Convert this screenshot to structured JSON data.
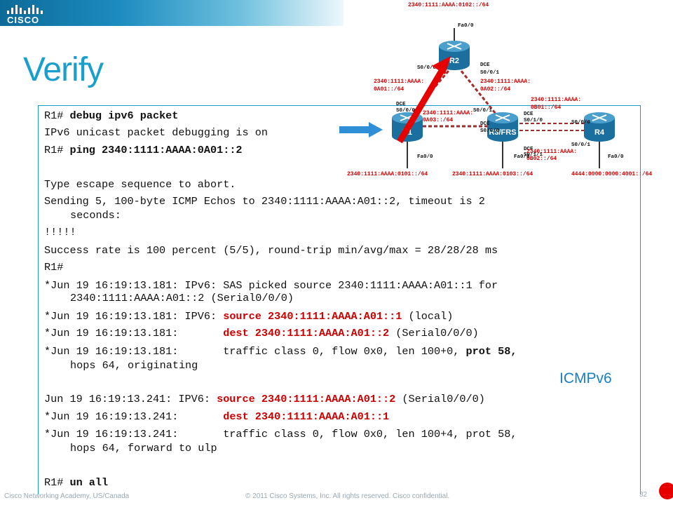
{
  "brand": {
    "logo_text": "CISCO"
  },
  "title": "Verify",
  "console": [
    {
      "parts": [
        {
          "t": "R1# ",
          "s": ""
        },
        {
          "t": "debug ipv6 packet",
          "s": "b"
        }
      ]
    },
    {
      "parts": [
        {
          "t": "IPv6 unicast packet debugging is on",
          "s": ""
        }
      ]
    },
    {
      "parts": [
        {
          "t": "R1# ",
          "s": ""
        },
        {
          "t": "ping 2340:1111:AAAA:0A01::2",
          "s": "b"
        }
      ]
    },
    {
      "parts": [
        {
          "t": "Type escape sequence to abort.",
          "s": ""
        }
      ]
    },
    {
      "parts": [
        {
          "t": "Sending 5, 100-byte ICMP Echos to 2340:1111:AAAA:A01::2, timeout is 2",
          "s": ""
        }
      ]
    },
    {
      "parts": [
        {
          "t": "seconds:",
          "s": ""
        }
      ],
      "cont": true
    },
    {
      "parts": [
        {
          "t": "!!!!!",
          "s": ""
        }
      ]
    },
    {
      "parts": [
        {
          "t": "Success rate is 100 percent (5/5), round-trip min/avg/max = 28/28/28 ms",
          "s": ""
        }
      ]
    },
    {
      "parts": [
        {
          "t": "R1#",
          "s": ""
        }
      ]
    },
    {
      "parts": [
        {
          "t": "*Jun 19 16:19:13.181: IPv6: SAS picked source 2340:1111:AAAA:A01::1 for",
          "s": ""
        }
      ]
    },
    {
      "parts": [
        {
          "t": "2340:1111:AAAA:A01::2 (Serial0/0/0)",
          "s": ""
        }
      ],
      "cont": true
    },
    {
      "parts": [
        {
          "t": "*Jun 19 16:19:13.181: IPV6: ",
          "s": ""
        },
        {
          "t": "source 2340:1111:AAAA:A01::1",
          "s": "red"
        },
        {
          "t": " (local)",
          "s": ""
        }
      ]
    },
    {
      "parts": [
        {
          "t": "*Jun 19 16:19:13.181:       ",
          "s": ""
        },
        {
          "t": "dest 2340:1111:AAAA:A01::2",
          "s": "red"
        },
        {
          "t": " (Serial0/0/0)",
          "s": ""
        }
      ]
    },
    {
      "parts": [
        {
          "t": "*Jun 19 16:19:13.181:       traffic class 0, flow 0x0, len 100+0, ",
          "s": ""
        },
        {
          "t": "prot 58,",
          "s": "b"
        }
      ]
    },
    {
      "parts": [
        {
          "t": "hops 64, originating",
          "s": ""
        }
      ],
      "cont": true
    },
    {
      "parts": [
        {
          "t": "Jun 19 16:19:13.241: IPV6: ",
          "s": ""
        },
        {
          "t": "source 2340:1111:AAAA:A01::2",
          "s": "red"
        },
        {
          "t": " (Serial0/0/0)",
          "s": ""
        }
      ]
    },
    {
      "parts": [
        {
          "t": "*Jun 19 16:19:13.241:       ",
          "s": ""
        },
        {
          "t": "dest 2340:1111:AAAA:A01::1",
          "s": "red"
        }
      ]
    },
    {
      "parts": [
        {
          "t": "*Jun 19 16:19:13.241:       traffic class 0, flow 0x0, len 100+4, prot 58,",
          "s": ""
        }
      ]
    },
    {
      "parts": [
        {
          "t": "hops 64, forward to ulp",
          "s": ""
        }
      ],
      "cont": true
    },
    {
      "parts": [
        {
          "t": "R1# ",
          "s": ""
        },
        {
          "t": "un all",
          "s": "b"
        }
      ]
    }
  ],
  "annotation": "ICMPv6",
  "footer": {
    "left": "Cisco Networking Academy, US/Canada",
    "center": "© 2011 Cisco Systems, Inc. All rights reserved. Cisco confidential.",
    "page": "32"
  },
  "diagram": {
    "routers": [
      {
        "name": "R1"
      },
      {
        "name": "R2"
      },
      {
        "name": "R3/FRS"
      },
      {
        "name": "R4"
      }
    ],
    "labels": [
      {
        "text": "2340:1111:AAAA:0102::/64",
        "color": "red"
      },
      {
        "text": "Fa0/0",
        "color": "black"
      },
      {
        "text": "S0/0/0",
        "color": "black"
      },
      {
        "text": "DCE",
        "color": "black"
      },
      {
        "text": "S0/0/1",
        "color": "black"
      },
      {
        "text": "2340:1111:AAAA:",
        "color": "red"
      },
      {
        "text": "0A01::/64",
        "color": "red"
      },
      {
        "text": "2340:1111:AAAA:",
        "color": "red"
      },
      {
        "text": "0A02::/64",
        "color": "red"
      },
      {
        "text": "DCE",
        "color": "black"
      },
      {
        "text": "S0/0/0",
        "color": "black"
      },
      {
        "text": "2340:1111:AAAA:",
        "color": "red"
      },
      {
        "text": "0A03::/64",
        "color": "red"
      },
      {
        "text": "S0/0/1",
        "color": "black"
      },
      {
        "text": "DCE",
        "color": "black"
      },
      {
        "text": "S0/0/0",
        "color": "black"
      },
      {
        "text": "2340:1111:AAAA:",
        "color": "red"
      },
      {
        "text": "0B01::/64",
        "color": "red"
      },
      {
        "text": "DCE",
        "color": "black"
      },
      {
        "text": "S0/1/0",
        "color": "black"
      },
      {
        "text": "S0/0/0",
        "color": "black"
      },
      {
        "text": "S0/0/1",
        "color": "black"
      },
      {
        "text": "DCE",
        "color": "black"
      },
      {
        "text": "S0/1/1",
        "color": "black"
      },
      {
        "text": "2340:1111:AAAA:",
        "color": "red"
      },
      {
        "text": "0B02::/64",
        "color": "red"
      },
      {
        "text": "Fa0/0",
        "color": "black"
      },
      {
        "text": "Fa0/0",
        "color": "black"
      },
      {
        "text": "Fa0/0",
        "color": "black"
      },
      {
        "text": "2340:1111:AAAA:0101::/64",
        "color": "red"
      },
      {
        "text": "2340:1111:AAAA:0103::/64",
        "color": "red"
      },
      {
        "text": "4444:0000:0000:4001::/64",
        "color": "red"
      }
    ]
  },
  "colors": {
    "accent": "#1a9fcd",
    "highlight": "#cc0000",
    "router": "#1a6f9e"
  }
}
